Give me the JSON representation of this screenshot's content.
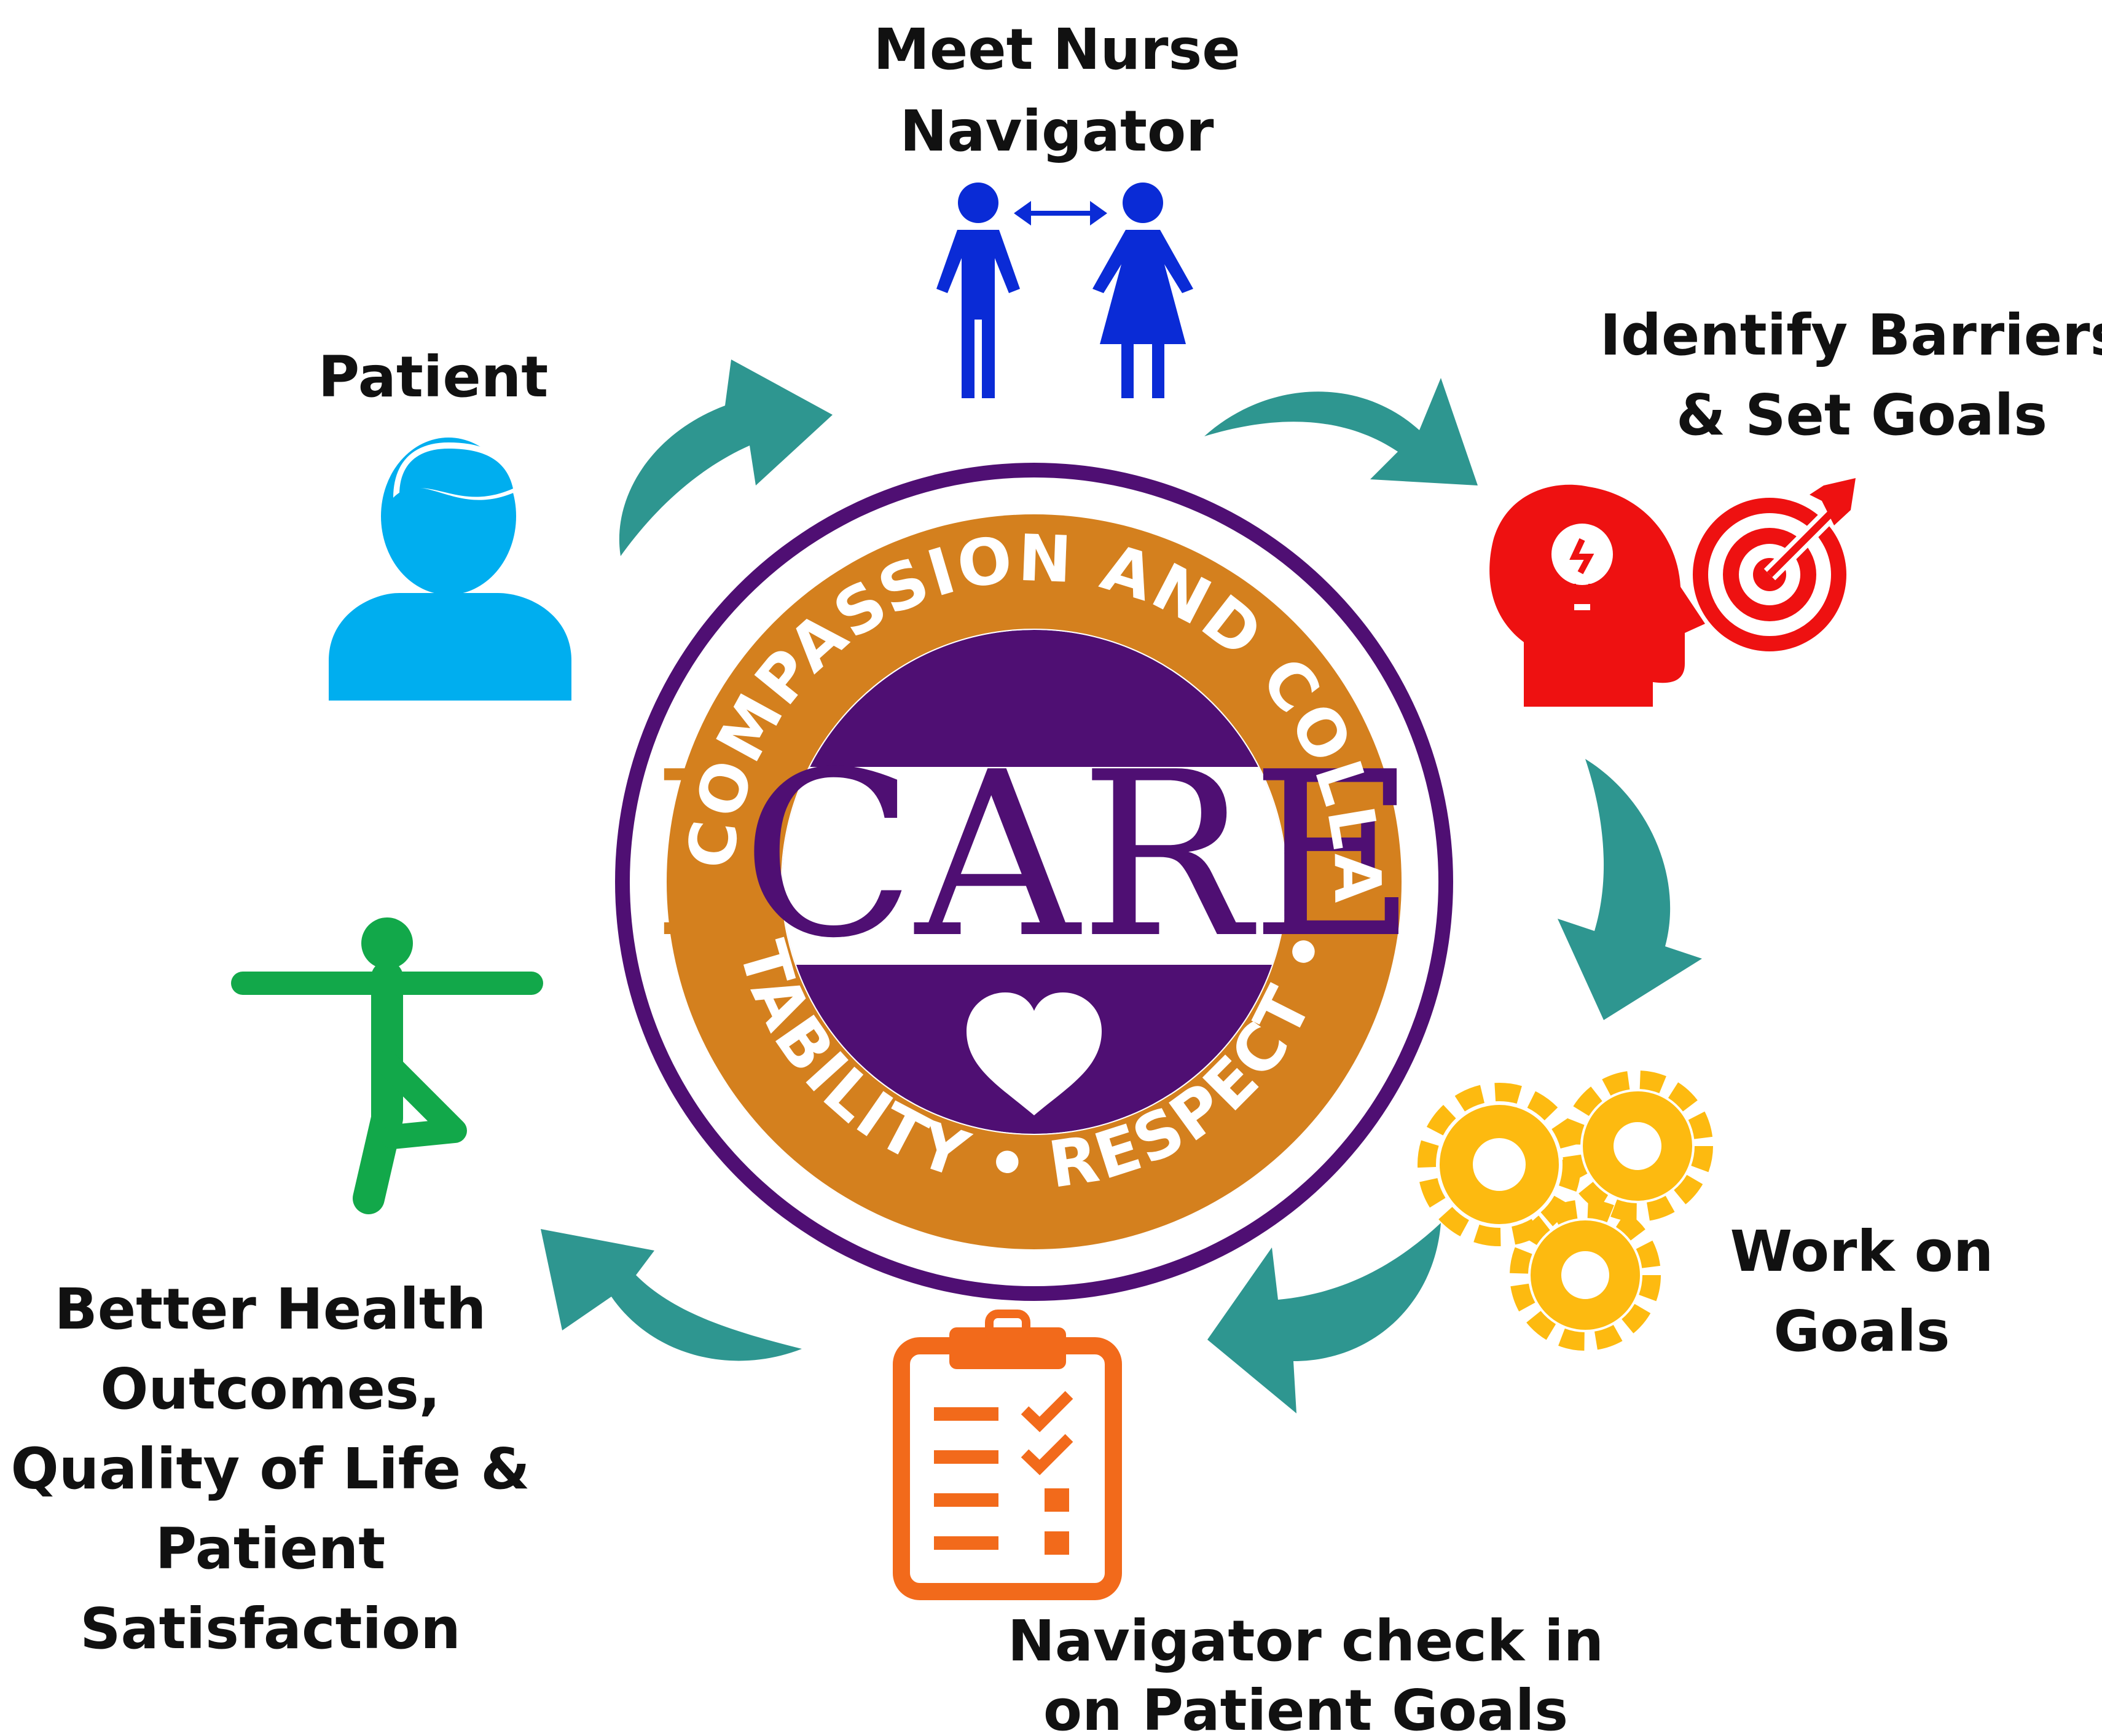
{
  "colors": {
    "teal_arrow": "#2E9690",
    "purple": "#4F0F73",
    "orange": "#D4801E",
    "patient_blue": "#00AEEF",
    "nurse_blue": "#0A2BD6",
    "barrier_red": "#EE1111",
    "gear_yellow": "#FDBA10",
    "clipboard_orange": "#F26A1B",
    "wellness_green": "#12A84A"
  },
  "steps": {
    "meet_nurse": {
      "line1": "Meet Nurse",
      "line2": "Navigator",
      "icon": "nurse-navigator-meeting-icon"
    },
    "identify": {
      "line1": "Identify Barriers",
      "line2": "& Set Goals",
      "icon": "lightbulb-head-and-target-icon"
    },
    "work": {
      "line1": "Work on",
      "line2": "Goals",
      "icon": "gears-icon"
    },
    "checkin": {
      "line1": "Navigator check in",
      "line2": "on Patient Goals",
      "icon": "clipboard-checklist-icon"
    },
    "outcomes": {
      "line1": "Better Health",
      "line2": "Outcomes,",
      "line3": "Quality of Life &",
      "line4": "Patient",
      "line5": "Satisfaction",
      "icon": "yoga-pose-icon"
    },
    "patient": {
      "line1": "Patient",
      "icon": "patient-icon"
    }
  },
  "logo": {
    "word_first": "I",
    "word_rest": "CARE",
    "ring_top": "INTEGRITY • COMPASSION AND COLLABORATION •",
    "ring_bottom": "ACCOUNTABILITY • RESPECT • EQUITY",
    "icon": "heart-icon"
  }
}
